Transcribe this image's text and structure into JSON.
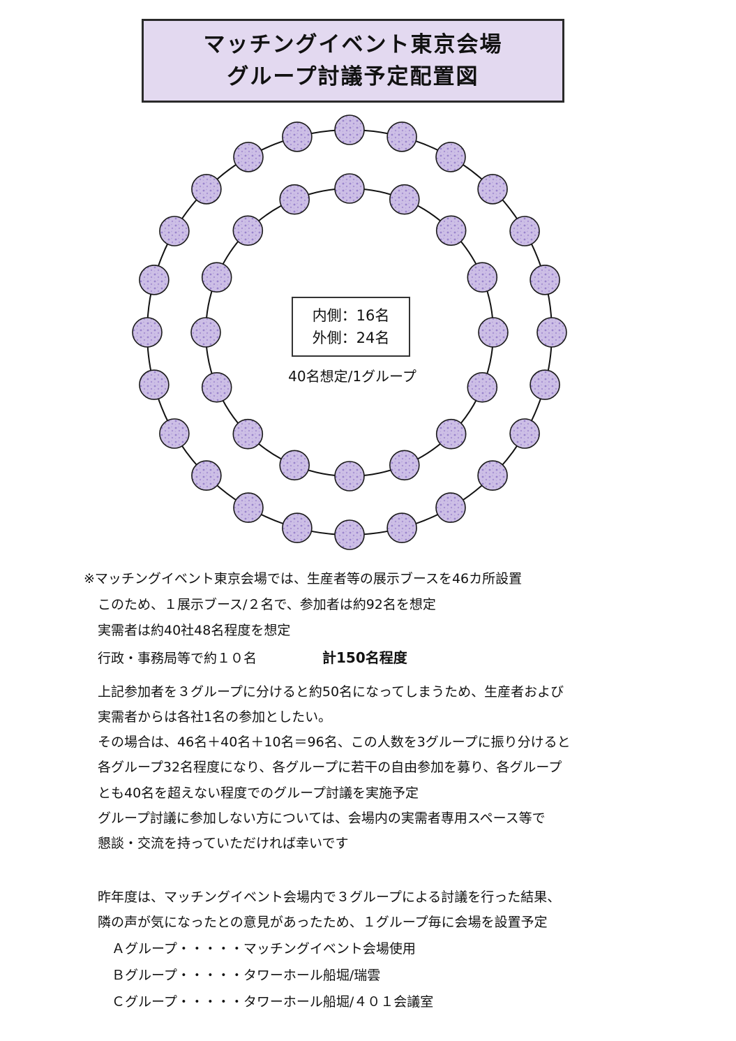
{
  "title": {
    "line1": "マッチングイベント東京会場",
    "line2": "グループ討議予定配置図"
  },
  "diagram": {
    "inner_count_label": "内側：16名",
    "outer_count_label": "外側：24名",
    "caption": "40名想定/1グループ",
    "inner_seats": 16,
    "outer_seats": 24,
    "seat_color": "#c9b8e3",
    "seat_dot_color": "#8f76c4"
  },
  "notes": {
    "n1": "※マッチングイベント東京会場では、生産者等の展示ブースを46カ所設置",
    "n2": "このため、１展示ブース/２名で、参加者は約92名を想定",
    "n3": "実需者は約40社48名程度を想定",
    "n4": "行政・事務局等で約１０名",
    "n4_total": "計150名程度",
    "p1": "上記参加者を３グループに分けると約50名になってしまうため、生産者および",
    "p2": "実需者からは各社1名の参加としたい。",
    "p3": "その場合は、46名＋40名＋10名＝96名、この人数を3グループに振り分けると",
    "p4": "各グループ32名程度になり、各グループに若干の自由参加を募り、各グループ",
    "p5": "とも40名を超えない程度でのグループ討議を実施予定",
    "p6": "グループ討議に参加しない方については、会場内の実需者専用スペース等で",
    "p7": "懇談・交流を持っていただければ幸いです",
    "q1": "昨年度は、マッチングイベント会場内で３グループによる討議を行った結果、",
    "q2": "隣の声が気になったとの意見があったため、１グループ毎に会場を設置予定",
    "g1": "Ａグループ・・・・・マッチングイベント会場使用",
    "g2": "Ｂグループ・・・・・タワーホール船堀/瑞雲",
    "g3": "Ｃグループ・・・・・タワーホール船堀/４０１会議室"
  }
}
